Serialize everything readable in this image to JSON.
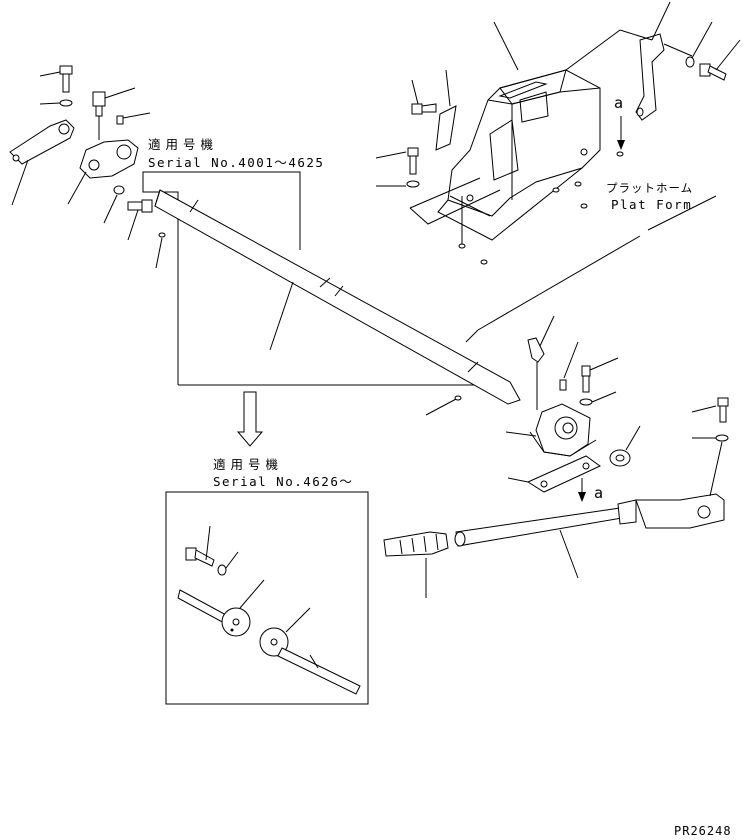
{
  "upper_box": {
    "applicable_label": "適用号機",
    "serial_label": "Serial No.4001～4625"
  },
  "lower_box": {
    "applicable_label": "適用号機",
    "serial_label": "Serial No.4626～"
  },
  "platform": {
    "label_jp": "プラットホーム",
    "label_en": "Plat Form"
  },
  "reference_marker": "a",
  "drawing_number": "PR26248"
}
